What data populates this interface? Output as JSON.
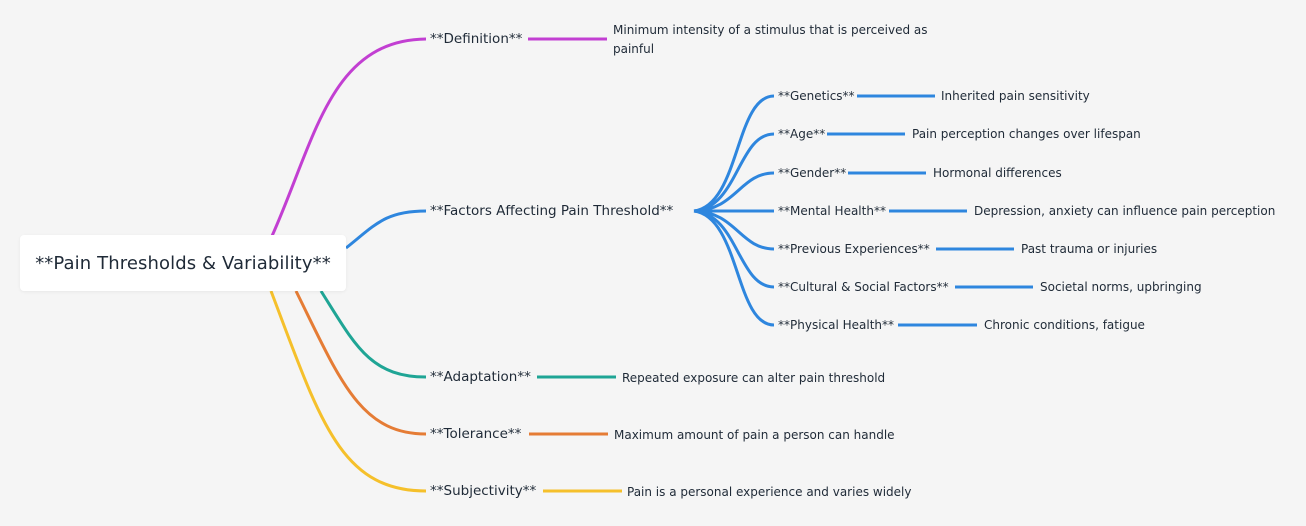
{
  "diagram": {
    "root": {
      "label": "**Pain Thresholds & Variability**"
    },
    "colors": {
      "definition": "#c23fd2",
      "factors": "#2e86de",
      "adaptation": "#1fa595",
      "tolerance": "#e57c35",
      "subjectivity": "#f5c02b"
    },
    "branches": [
      {
        "key": "definition",
        "label": "**Definition**",
        "detail": "Minimum intensity of a stimulus that is perceived as painful"
      },
      {
        "key": "factors",
        "label": "**Factors Affecting Pain Threshold**",
        "children": [
          {
            "label": "**Genetics**",
            "detail": "Inherited pain sensitivity"
          },
          {
            "label": "**Age**",
            "detail": "Pain perception changes over lifespan"
          },
          {
            "label": "**Gender**",
            "detail": "Hormonal differences"
          },
          {
            "label": "**Mental Health**",
            "detail": "Depression, anxiety can influence pain perception"
          },
          {
            "label": "**Previous Experiences**",
            "detail": "Past trauma or injuries"
          },
          {
            "label": "**Cultural & Social Factors**",
            "detail": "Societal norms, upbringing"
          },
          {
            "label": "**Physical Health**",
            "detail": "Chronic conditions, fatigue"
          }
        ]
      },
      {
        "key": "adaptation",
        "label": "**Adaptation**",
        "detail": "Repeated exposure can alter pain threshold"
      },
      {
        "key": "tolerance",
        "label": "**Tolerance**",
        "detail": "Maximum amount of pain a person can handle"
      },
      {
        "key": "subjectivity",
        "label": "**Subjectivity**",
        "detail": "Pain is a personal experience and varies widely"
      }
    ]
  }
}
